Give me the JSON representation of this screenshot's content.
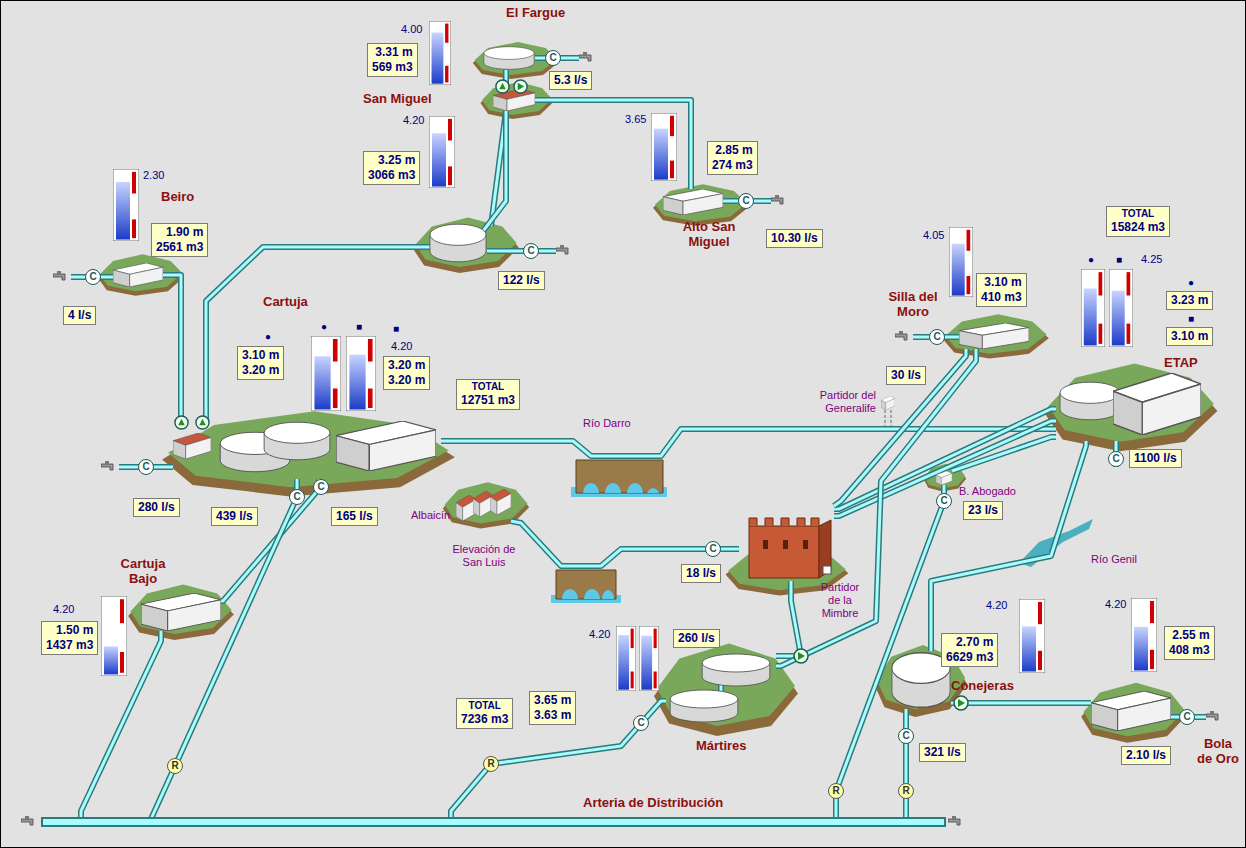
{
  "diagram": {
    "nodes": [
      {
        "text": [
          "El Fargue"
        ]
      },
      {
        "text": [
          "San Miguel"
        ]
      },
      {
        "text": [
          "Alto San Miguel"
        ]
      },
      {
        "text": [
          "Beiro"
        ]
      },
      {
        "text": [
          "Cartuja"
        ]
      },
      {
        "text": [
          "Cartuja Bajo"
        ]
      },
      {
        "text": [
          "Silla del Moro"
        ]
      },
      {
        "text": [
          "ETAP"
        ]
      },
      {
        "text": [
          "Albaicín",
          "Elevación de San Luis"
        ]
      },
      {
        "text": [
          "Partidor de la Mimbre"
        ]
      },
      {
        "text": [
          "Partidor del Generalife"
        ]
      },
      {
        "text": [
          "B. Abogado"
        ]
      },
      {
        "text": [
          "Mártires"
        ]
      },
      {
        "text": [
          "Conejeras"
        ]
      },
      {
        "text": [
          "Bola de Oro"
        ]
      },
      {
        "text": [
          "Arteria de Distribución"
        ]
      },
      {
        "text": [
          "3.31 m",
          "569 m3"
        ]
      },
      {
        "text": [
          "3.25 m",
          "3066 m3"
        ]
      },
      {
        "text": [
          "2.85 m",
          "274 m3"
        ]
      },
      {
        "text": [
          "1.90 m",
          "2561 m3"
        ]
      },
      {
        "text": [
          "3.10 m",
          "3.20 m"
        ]
      },
      {
        "text": [
          "3.20 m",
          "3.20 m"
        ]
      },
      {
        "text": [
          "TOTAL",
          "12751 m3"
        ]
      },
      {
        "text": [
          "1.50 m",
          "1437 m3"
        ]
      },
      {
        "text": [
          "3.10 m",
          "410 m3"
        ]
      },
      {
        "text": [
          "TOTAL",
          "15824 m3"
        ]
      },
      {
        "text": [
          "3.23 m"
        ]
      },
      {
        "text": [
          "3.10 m"
        ]
      },
      {
        "text": [
          "TOTAL",
          "7236 m3"
        ]
      },
      {
        "text": [
          "3.65 m",
          "3.63 m"
        ]
      },
      {
        "text": [
          "2.70 m",
          "6629 m3"
        ]
      },
      {
        "text": [
          "2.55 m",
          "408 m3"
        ]
      },
      {
        "text": [
          "5.3 l/s"
        ]
      },
      {
        "text": [
          "122 l/s"
        ]
      },
      {
        "text": [
          "10.30 l/s"
        ]
      },
      {
        "text": [
          "4 l/s"
        ]
      },
      {
        "text": [
          "280 l/s"
        ]
      },
      {
        "text": [
          "439 l/s"
        ]
      },
      {
        "text": [
          "165 l/s"
        ]
      },
      {
        "text": [
          "18 l/s"
        ]
      },
      {
        "text": [
          "30 l/s"
        ]
      },
      {
        "text": [
          "1100 l/s"
        ]
      },
      {
        "text": [
          "23 l/s"
        ]
      },
      {
        "text": [
          "260 l/s"
        ]
      },
      {
        "text": [
          "321 l/s"
        ]
      },
      {
        "text": [
          "2.10 l/s"
        ]
      }
    ],
    "edges": [
      {
        "from": 0,
        "to": 1,
        "arrow": "none"
      },
      {
        "from": 1,
        "to": 2,
        "arrow": "none"
      },
      {
        "from": 4,
        "to": 1,
        "arrow": "none"
      },
      {
        "from": 4,
        "to": 3,
        "arrow": "none"
      },
      {
        "from": 7,
        "to": 4,
        "arrow": "none"
      },
      {
        "from": 7,
        "to": 9,
        "arrow": "none"
      },
      {
        "from": 7,
        "to": 9,
        "arrow": "none"
      },
      {
        "from": 9,
        "to": 6,
        "arrow": "none"
      },
      {
        "from": 9,
        "to": 8,
        "arrow": "none"
      },
      {
        "from": 12,
        "to": 9,
        "arrow": "none"
      },
      {
        "from": 7,
        "to": 11,
        "arrow": "none"
      },
      {
        "from": 7,
        "to": 13,
        "arrow": "none"
      },
      {
        "from": 13,
        "to": 14,
        "arrow": "none"
      },
      {
        "from": 4,
        "to": 5,
        "arrow": "none"
      },
      {
        "from": 4,
        "to": 15,
        "arrow": "none"
      },
      {
        "from": 5,
        "to": 15,
        "arrow": "none"
      },
      {
        "from": 6,
        "to": 12,
        "arrow": "none"
      },
      {
        "from": 11,
        "to": 15,
        "arrow": "none"
      },
      {
        "from": 12,
        "to": 15,
        "arrow": "none"
      },
      {
        "from": 13,
        "to": 15,
        "arrow": "none"
      }
    ],
    "labels": [
      "4.00",
      "4.20",
      "3.65",
      "2.30",
      "●",
      "■",
      "●",
      "■",
      "4.20",
      "4.20",
      "4.05",
      "●",
      "■",
      "4.25",
      "●",
      "■",
      "Río Darro",
      "4.20",
      "Río Genil",
      "4.20",
      "4.20",
      "C",
      "C",
      "C",
      "C",
      "C",
      "C",
      "C",
      "C",
      "C",
      "C",
      "C",
      "C",
      "C",
      "C",
      "R",
      "R",
      "R",
      "R"
    ]
  }
}
